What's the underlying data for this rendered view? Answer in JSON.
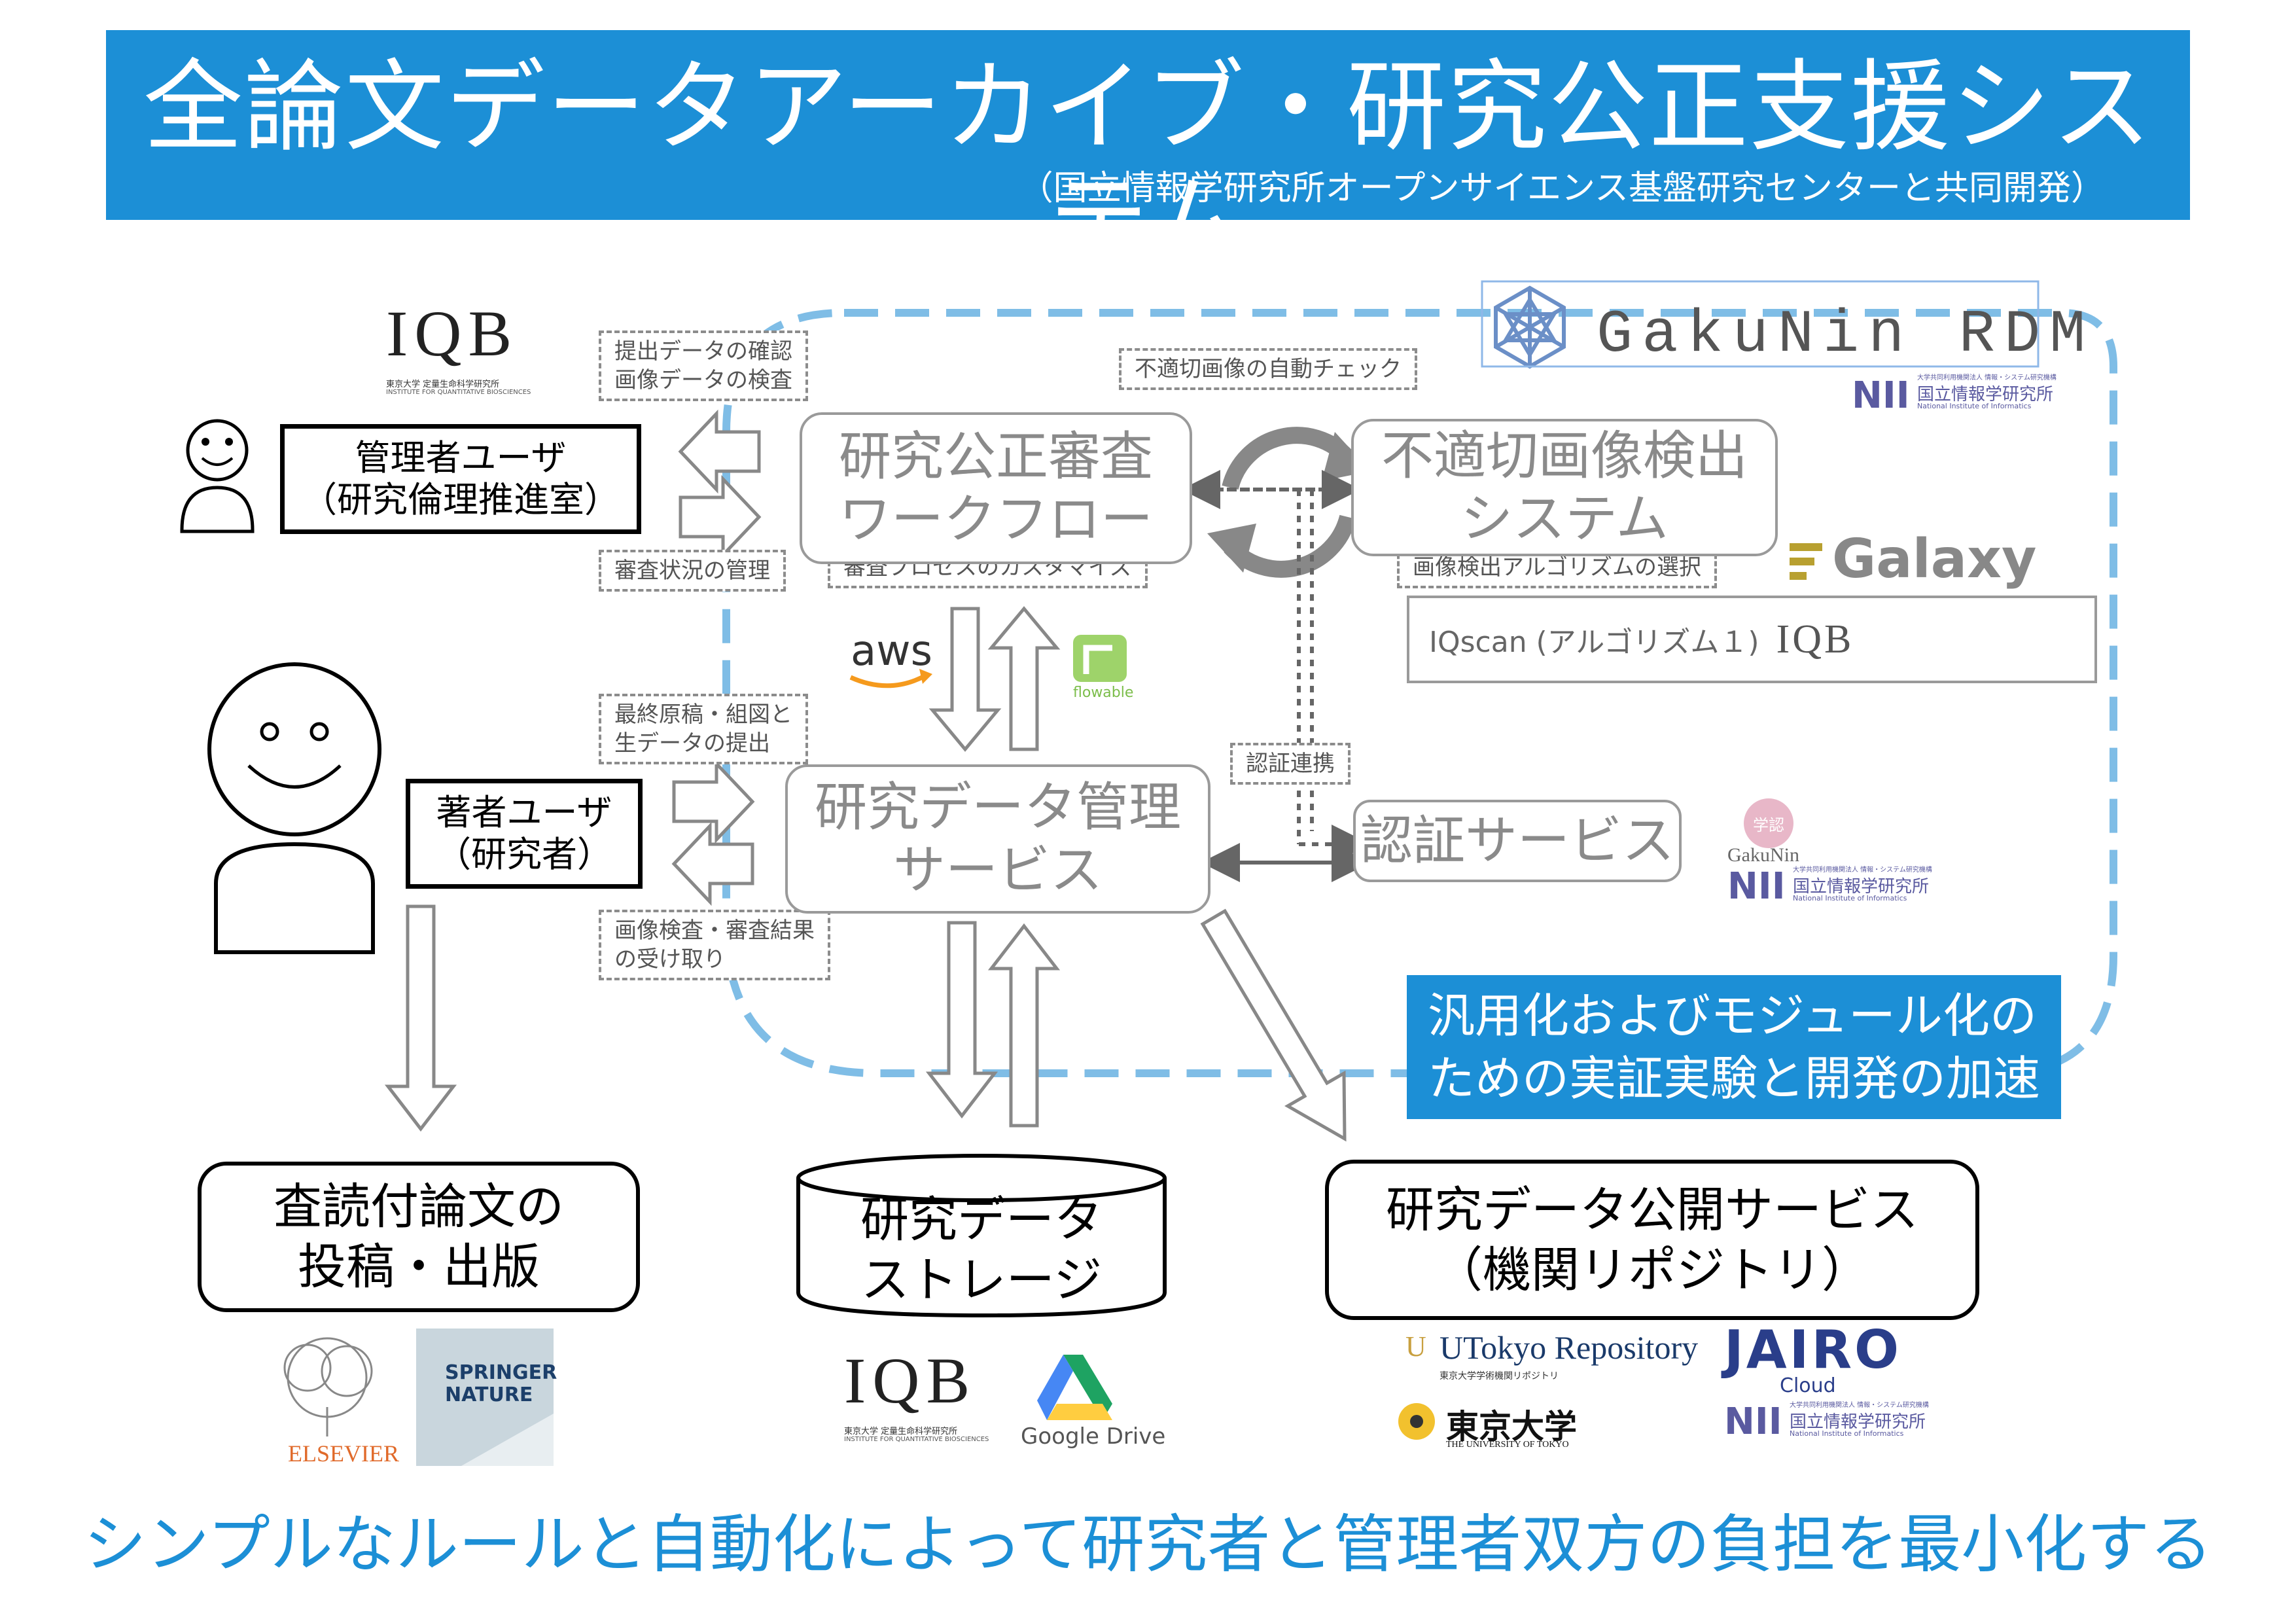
{
  "header": {
    "title": "全論文データアーカイブ・研究公正支援システム",
    "subtitle": "（国立情報学研究所オープンサイエンス基盤研究センターと共同開発）"
  },
  "users": {
    "admin": [
      "管理者ユーザ",
      "（研究倫理推進室）"
    ],
    "author": [
      "著者ユーザ",
      "（研究者）"
    ]
  },
  "systems": {
    "workflow": [
      "研究公正審査",
      "ワークフロー"
    ],
    "detection": [
      "不適切画像検出",
      "システム"
    ],
    "data_mgmt": [
      "研究データ管理",
      "サービス"
    ],
    "auth": "認証サービス",
    "iqscan_prefix": "IQscan (アルゴリズム１)"
  },
  "notes": {
    "submit_check": [
      "提出データの確認",
      "画像データの検査"
    ],
    "auto_check": "不適切画像の自動チェック",
    "review_status": "審査状況の管理",
    "customize": "審査プロセスのカスタマイズ",
    "algo_select": "画像検出アルゴリズムの選択",
    "final_submit": [
      "最終原稿・組図と",
      "生データの提出"
    ],
    "auth_link": "認証連携",
    "receive_results": [
      "画像検査・審査結果",
      "の受け取り"
    ]
  },
  "outputs": {
    "paper": [
      "査読付論文の",
      "投稿・出版"
    ],
    "storage": [
      "研究データ",
      "ストレージ"
    ],
    "publish": [
      "研究データ公開サービス",
      "（機関リポジトリ）"
    ]
  },
  "callout": [
    "汎用化およびモジュール化の",
    "ための実証実験と開発の加速"
  ],
  "slogan": "シンプルなルールと自動化によって研究者と管理者双方の負担を最小化する",
  "logos": {
    "iqb": "IQB",
    "iqb_sub": "東京大学 定量生命科学研究所",
    "iqb_sub_en": "INSTITUTE FOR QUANTITATIVE BIOSCIENCES",
    "gakunin_rdm": "GakuNin RDM",
    "nii": "NII",
    "nii_sub": "国立情報学研究所",
    "nii_sub_en": "National Institute of Informatics",
    "nii_tag": "大学共同利用機関法人 情報・システム研究機構",
    "galaxy": "Galaxy",
    "aws": "aws",
    "flowable": "flowable",
    "gakunin": "GakuNin",
    "gakunin_mark": "学認",
    "elsevier": "ELSEVIER",
    "springer": "SPRINGER",
    "nature": "NATURE",
    "google_drive": "Google Drive",
    "utokyo_repo": "UTokyo Repository",
    "utokyo_repo_sub": "東京大学学術機関リポジトリ",
    "utokyo": "東京大学",
    "utokyo_en": "THE UNIVERSITY OF TOKYO",
    "jairo": "JAIRO",
    "jairo_cloud": "Cloud"
  },
  "colors": {
    "brand_blue": "#1c8fd6",
    "dashed_region": "#7fbde6",
    "gray": "#9a9a9a"
  }
}
